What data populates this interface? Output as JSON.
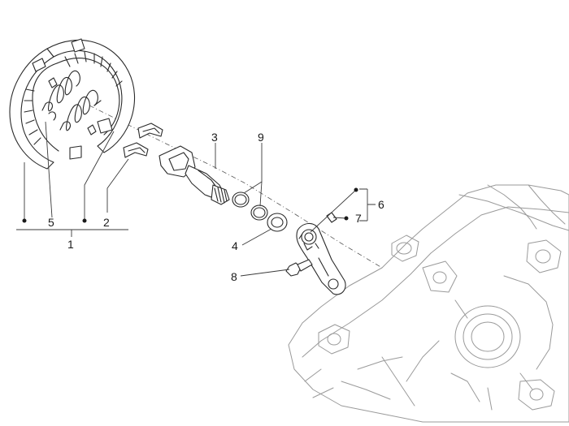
{
  "callouts": {
    "c1": "1",
    "c2": "2",
    "c3": "3",
    "c4": "4",
    "c5": "5",
    "c6": "6",
    "c7": "7",
    "c8": "8",
    "c9": "9"
  },
  "colors": {
    "line": "#2a2a2a",
    "background_part": "#9a9a9a",
    "background": "#ffffff"
  }
}
